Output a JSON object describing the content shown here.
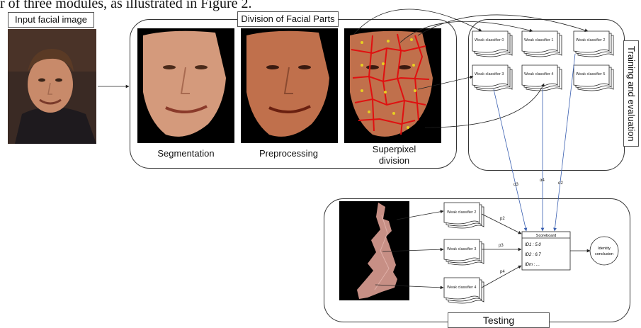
{
  "header_text": "r of three modules, as illustrated in Figure 2.",
  "input_label": "Input facial image",
  "division_label": "Division of Facial Parts",
  "captions": {
    "segmentation": "Segmentation",
    "preprocessing": "Preprocessing",
    "superpixel_1": "Superpixel",
    "superpixel_2": "division"
  },
  "training_label": "Training and evaluation",
  "testing_label": "Testing",
  "training_classifiers": [
    "Weak classifier 0",
    "Weak classifier 1",
    "Weak classifier 2",
    "Weak classifier 3",
    "Weak classifier 4",
    "Weak classifier 5"
  ],
  "testing_classifiers": [
    "Weak classifier 2",
    "Weak classifier 3",
    "Weak classifier 4"
  ],
  "alphas": [
    "α3",
    "α4",
    "α2"
  ],
  "p_labels": [
    "p2",
    "p3",
    "p4"
  ],
  "scoreboard": {
    "title": "Scoreboard",
    "rows": [
      "ID1 : 5.0",
      "ID2 : 6.7",
      "IDm : ..."
    ]
  },
  "identity_label_1": "Identity",
  "identity_label_2": "conclusion",
  "colors": {
    "arrow_blue": "#3a5fb0",
    "segment_red": "#e01010",
    "panel_border": "#333333"
  }
}
